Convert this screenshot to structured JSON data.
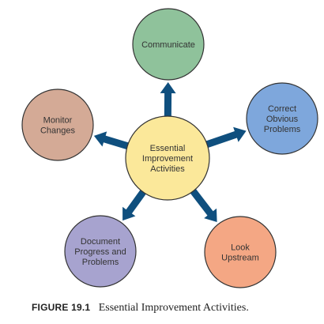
{
  "diagram": {
    "center": {
      "lines": [
        "Essential",
        "Improvement",
        "Activities"
      ],
      "color": "#fbe89a"
    },
    "nodes": [
      {
        "id": "communicate",
        "lines": [
          "Communicate"
        ],
        "color": "#8fc29b"
      },
      {
        "id": "correct-obvious-problems",
        "lines": [
          "Correct",
          "Obvious",
          "Problems"
        ],
        "color": "#7ea7dc"
      },
      {
        "id": "look-upstream",
        "lines": [
          "Look",
          "Upstream"
        ],
        "color": "#f4a784"
      },
      {
        "id": "document-progress-and-problems",
        "lines": [
          "Document",
          "Progress and",
          "Problems"
        ],
        "color": "#a7a3cf"
      },
      {
        "id": "monitor-changes",
        "lines": [
          "Monitor",
          "Changes"
        ],
        "color": "#d4aa96"
      }
    ],
    "arrow_color": "#0f4f7e",
    "outline_color": "#333333"
  },
  "caption": {
    "figure_number": "FIGURE 19.1",
    "title": "Essential Improvement Activities."
  }
}
